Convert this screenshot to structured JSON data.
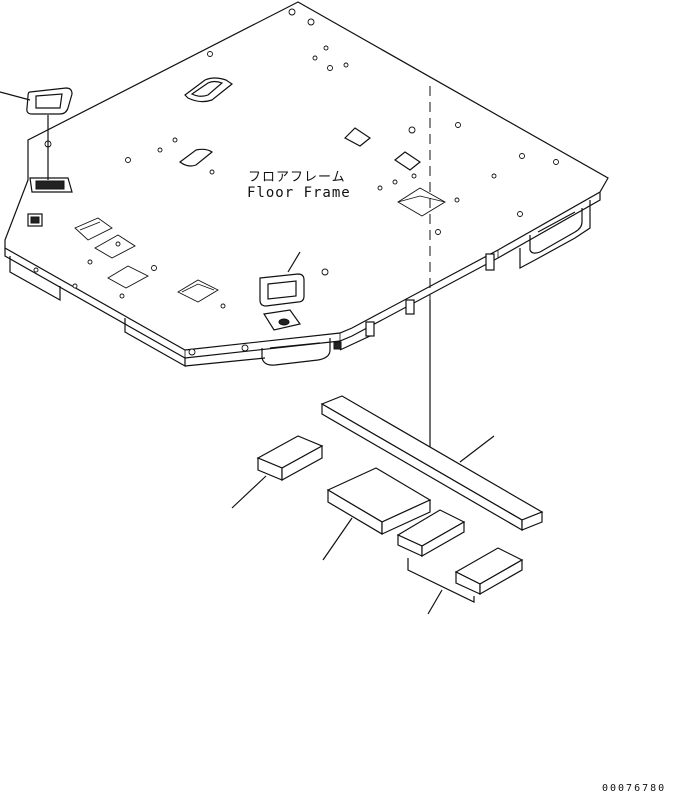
{
  "labels": {
    "floor_frame_jp": "フロアフレーム",
    "floor_frame_en": "Floor Frame",
    "drawing_code": "00076780"
  },
  "colors": {
    "line": "#111111",
    "background": "#ffffff"
  }
}
